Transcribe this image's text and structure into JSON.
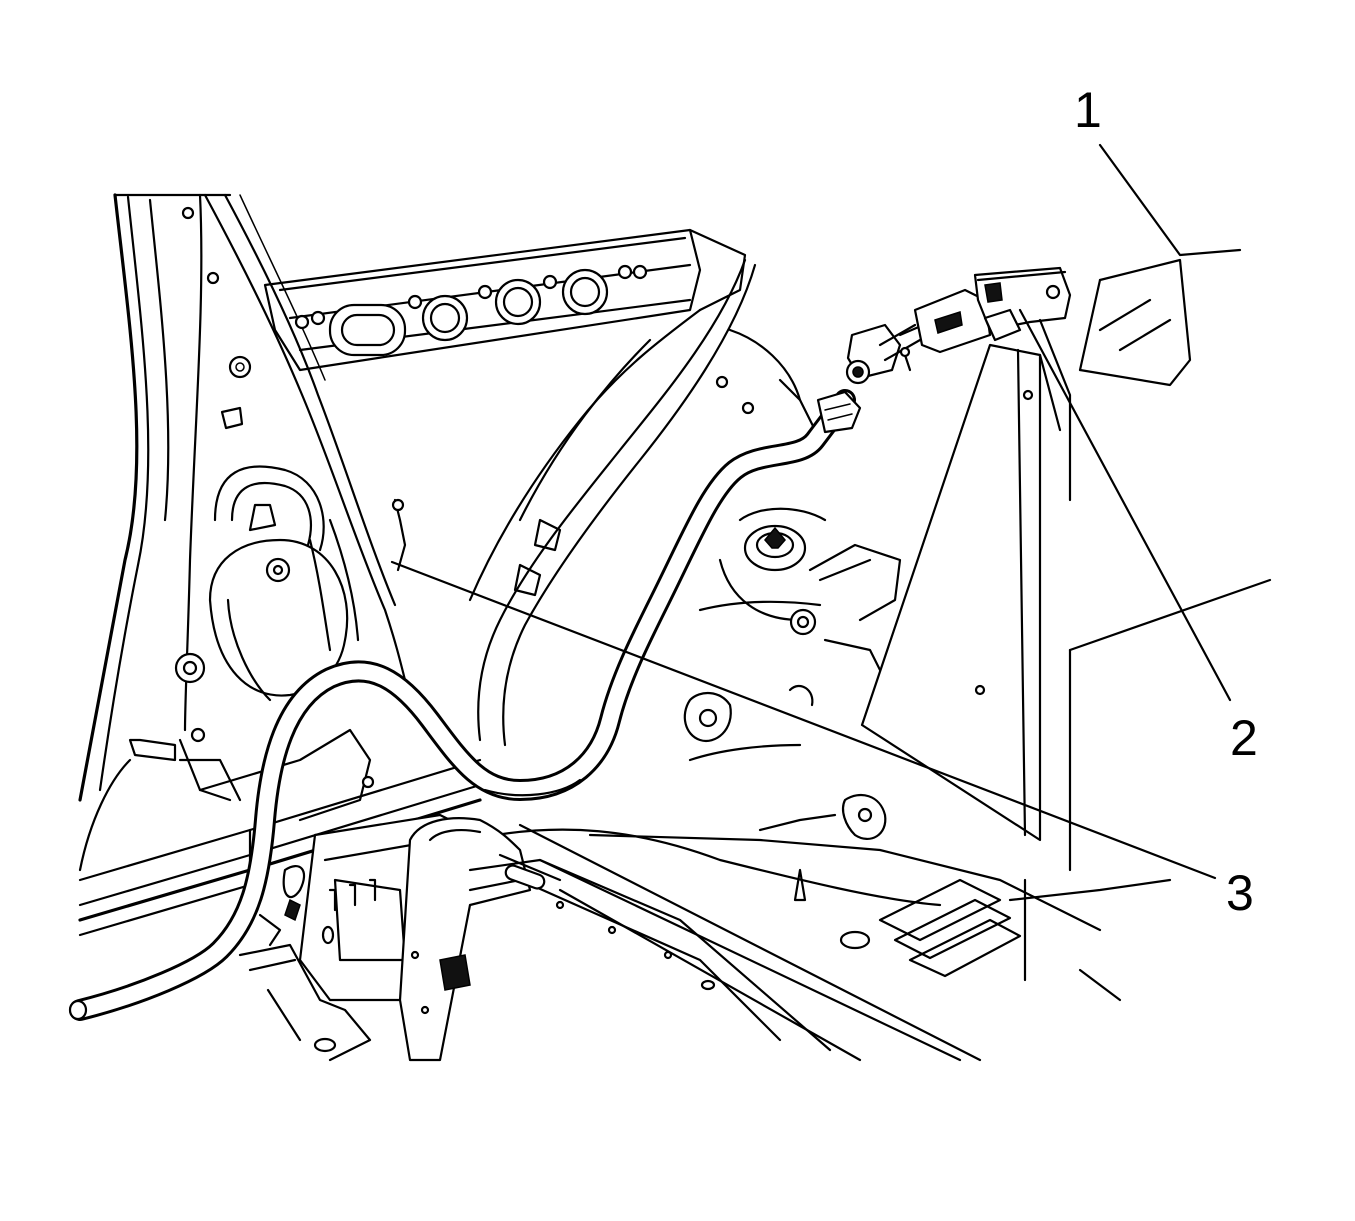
{
  "figure": {
    "callouts": [
      {
        "id": "1",
        "label": "1"
      },
      {
        "id": "2",
        "label": "2"
      },
      {
        "id": "3",
        "label": "3"
      }
    ]
  },
  "colors": {
    "line": "#000000",
    "background": "#ffffff"
  }
}
